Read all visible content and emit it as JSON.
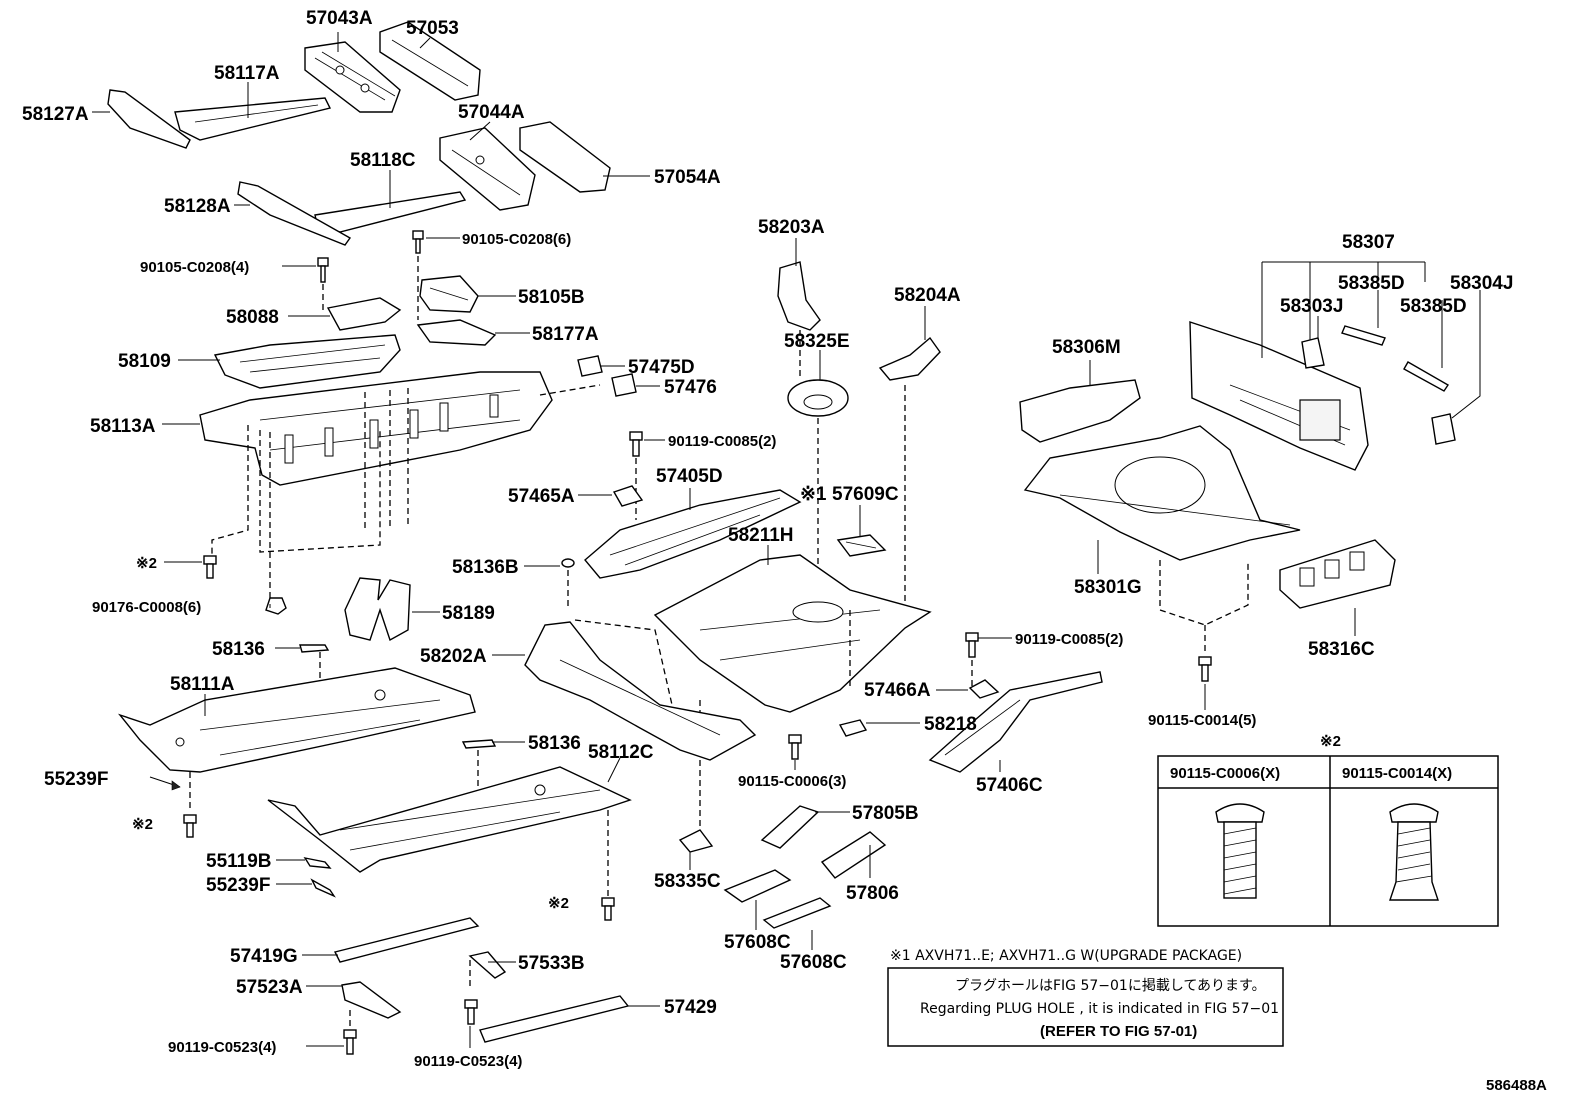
{
  "diagram_number": "586488A",
  "labels": {
    "p57043A": "57043A",
    "p57053": "57053",
    "p58117A": "58117A",
    "p58127A": "58127A",
    "p57044A": "57044A",
    "p57054A": "57054A",
    "p58118C": "58118C",
    "p58128A": "58128A",
    "p90105_6": "90105-C0208(6)",
    "p90105_4": "90105-C0208(4)",
    "p58105B": "58105B",
    "p58088": "58088",
    "p58177A": "58177A",
    "p58109": "58109",
    "p57475D": "57475D",
    "p57476": "57476",
    "p58113A": "58113A",
    "p58203A": "58203A",
    "p58325E": "58325E",
    "p58204A": "58204A",
    "p58306M": "58306M",
    "p58307": "58307",
    "p58385D_1": "58385D",
    "p58304J": "58304J",
    "p58303J": "58303J",
    "p58385D_2": "58385D",
    "p90119_c0085_a": "90119-C0085(2)",
    "p57405D": "57405D",
    "p57465A": "57465A",
    "p57609C": "57609C",
    "mark1": "※1",
    "p58211H": "58211H",
    "p58136B": "58136B",
    "mark2_a": "※2",
    "p90176": "90176-C0008(6)",
    "p58189": "58189",
    "p58301G": "58301G",
    "p58316C": "58316C",
    "p58136_a": "58136",
    "p58202A": "58202A",
    "p90119_c0085_b": "90119-C0085(2)",
    "p58111A": "58111A",
    "p57466A": "57466A",
    "p58218": "58218",
    "p90115_c0014": "90115-C0014(5)",
    "p58136_b": "58136",
    "p58112C": "58112C",
    "p55239F_a": "55239F",
    "p90115_c0006": "90115-C0006(3)",
    "p57406C": "57406C",
    "mark2_b": "※2",
    "p57805B": "57805B",
    "p55119B": "55119B",
    "p58335C": "58335C",
    "p57806": "57806",
    "p55239F_b": "55239F",
    "mark2_c": "※2",
    "p57608C_a": "57608C",
    "p57608C_b": "57608C",
    "p57419G": "57419G",
    "p57533B": "57533B",
    "p57523A": "57523A",
    "p57429": "57429",
    "p90119_c0523_a": "90119-C0523(4)",
    "p90119_c0523_b": "90119-C0523(4)"
  },
  "fastener_table": {
    "mark": "※2",
    "col1": "90115-C0006(X)",
    "col2": "90115-C0014(X)"
  },
  "footnote": {
    "line1": "※1 AXVH71..E; AXVH71..G W(UPGRADE PACKAGE)",
    "line2": "プラグホールはFIG 57−01に掲載してあります。",
    "line3": "Regarding  PLUG  HOLE , it is indicated in FIG  57−01",
    "line4": "(REFER TO FIG 57-01)"
  }
}
